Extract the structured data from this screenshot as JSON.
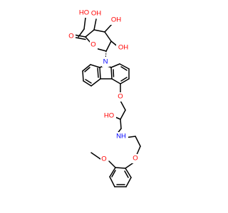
{
  "molecule": {
    "atom_labels": {
      "acid_ho": "HO",
      "acid_o": "O",
      "ring_o": "O",
      "oh3": "OH",
      "oh4": "OH",
      "oh5": "OH",
      "n9": "N",
      "ether_o": "O",
      "oh_side": "HO",
      "nh": "NH",
      "o_aryl": "O",
      "o_methoxy": "O"
    },
    "colors": {
      "oxygen": "#ff0000",
      "nitrogen": "#0000ff",
      "bond": "#000000"
    }
  }
}
